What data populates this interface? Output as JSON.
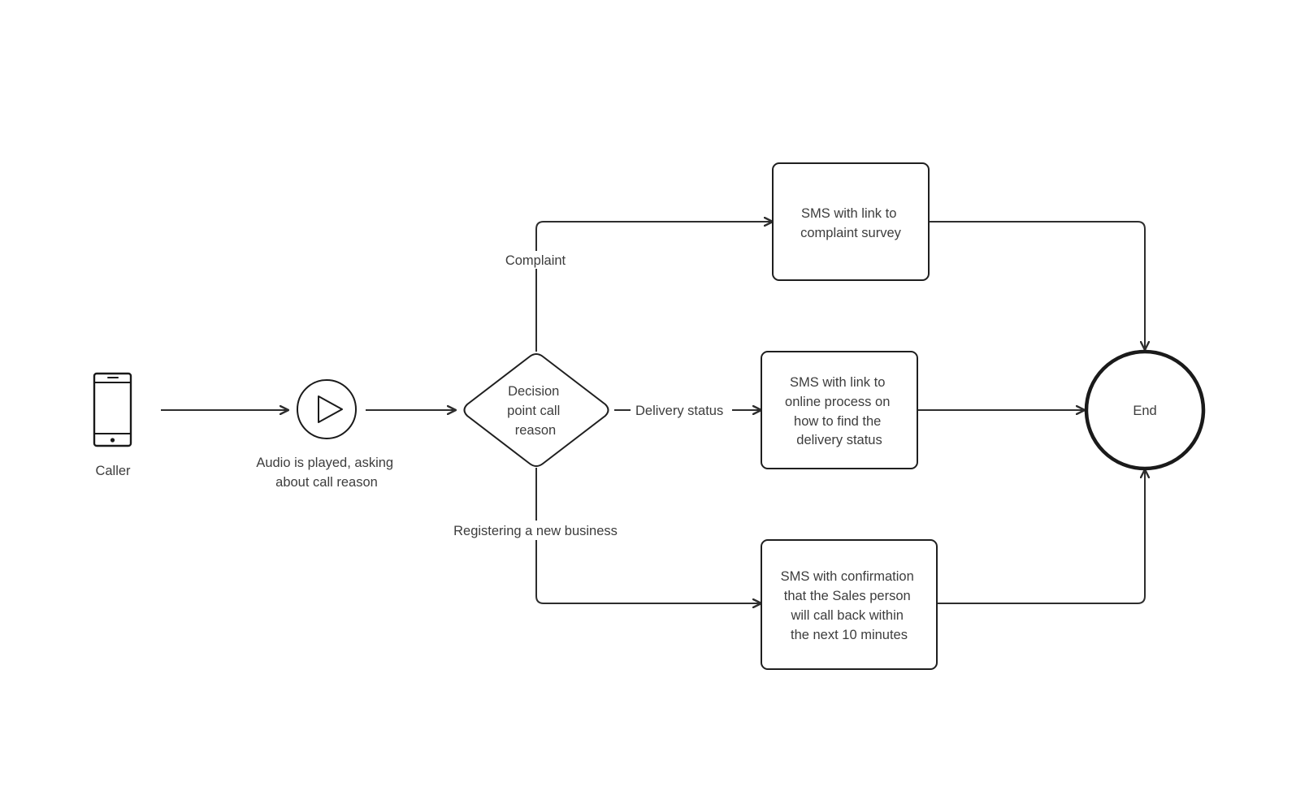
{
  "diagram": {
    "nodes": {
      "caller": {
        "label": "Caller",
        "icon": "phone-icon"
      },
      "audio": {
        "label_lines": [
          "Audio is played, asking",
          "about call reason"
        ],
        "icon": "play-icon"
      },
      "decision": {
        "label_lines": [
          "Decision",
          "point call",
          "reason"
        ]
      },
      "sms_complaint": {
        "label_lines": [
          "SMS with link to",
          "complaint survey"
        ]
      },
      "sms_delivery": {
        "label_lines": [
          "SMS with link to",
          "online process on",
          "how to find the",
          "delivery status"
        ]
      },
      "sms_sales": {
        "label_lines": [
          "SMS with confirmation",
          "that the Sales person",
          "will call back within",
          "the next 10 minutes"
        ]
      },
      "end": {
        "label": "End"
      }
    },
    "edges": {
      "complaint": "Complaint",
      "delivery": "Delivery status",
      "new_business": "Registering a new business"
    },
    "colors": {
      "stroke": "#1f1f1f",
      "text": "#3d3d3d",
      "background": "#ffffff"
    }
  }
}
